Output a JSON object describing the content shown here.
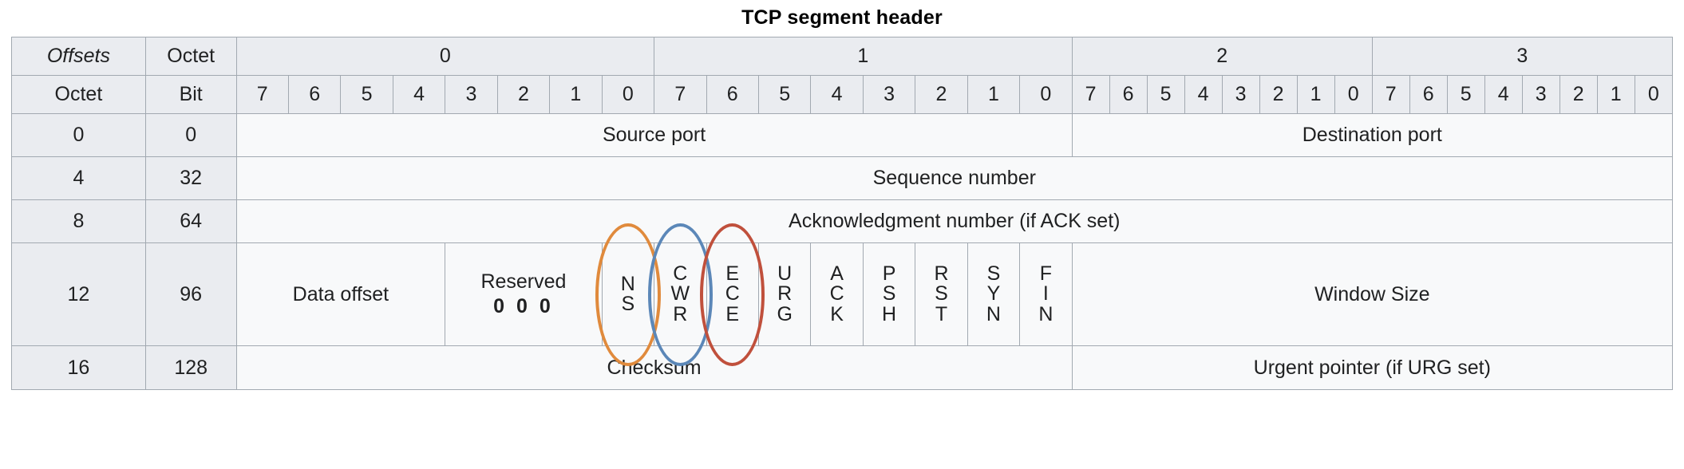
{
  "caption": "TCP segment header",
  "colors": {
    "cell_bg": "#f8f9fa",
    "header_bg": "#eaecf0",
    "border": "#a2a9b1",
    "link_blue": "#0645ad",
    "ellipse_ns": "#e08a3c",
    "ellipse_cwr": "#5b87b8",
    "ellipse_ece": "#c0503c"
  },
  "header": {
    "offsets_label": "Offsets",
    "octet_label_top": "Octet",
    "octet_label_left": "Octet",
    "bit_label": "Bit",
    "octet_numbers": [
      "0",
      "1",
      "2",
      "3"
    ],
    "bits": [
      "7",
      "6",
      "5",
      "4",
      "3",
      "2",
      "1",
      "0",
      "7",
      "6",
      "5",
      "4",
      "3",
      "2",
      "1",
      "0",
      "7",
      "6",
      "5",
      "4",
      "3",
      "2",
      "1",
      "0",
      "7",
      "6",
      "5",
      "4",
      "3",
      "2",
      "1",
      "0"
    ]
  },
  "rows": [
    {
      "octet_offset": "0",
      "bit_offset": "0",
      "fields": [
        {
          "label": "Source port",
          "bits": 16
        },
        {
          "label": "Destination port",
          "bits": 16
        }
      ]
    },
    {
      "octet_offset": "4",
      "bit_offset": "32",
      "fields": [
        {
          "label": "Sequence number",
          "bits": 32
        }
      ]
    },
    {
      "octet_offset": "8",
      "bit_offset": "64",
      "fields": [
        {
          "label": "Acknowledgment number (if ACK set)",
          "bits": 32
        }
      ]
    },
    {
      "octet_offset": "12",
      "bit_offset": "96",
      "fields": [
        {
          "label": "Data offset",
          "bits": 4
        },
        {
          "label": "Reserved",
          "reserved_bits": "0 0 0",
          "bits": 3
        },
        {
          "label": "NS",
          "vertical": true,
          "bits": 1
        },
        {
          "label": "CWR",
          "vertical": true,
          "bits": 1
        },
        {
          "label": "ECE",
          "vertical": true,
          "bits": 1
        },
        {
          "label": "URG",
          "vertical": true,
          "bits": 1
        },
        {
          "label": "ACK",
          "vertical": true,
          "bits": 1
        },
        {
          "label": "PSH",
          "vertical": true,
          "bits": 1
        },
        {
          "label": "RST",
          "vertical": true,
          "bits": 1
        },
        {
          "label": "SYN",
          "vertical": true,
          "bits": 1
        },
        {
          "label": "FIN",
          "vertical": true,
          "bits": 1
        },
        {
          "label": "Window Size",
          "bits": 16
        }
      ]
    },
    {
      "octet_offset": "16",
      "bit_offset": "128",
      "fields": [
        {
          "label": "Checksum",
          "bits": 16
        },
        {
          "label": "Urgent pointer (if URG set)",
          "bits": 16
        }
      ]
    }
  ],
  "annotations": {
    "ellipses": [
      {
        "name": "ns-flag-highlight",
        "target": "NS",
        "color": "#e08a3c"
      },
      {
        "name": "cwr-flag-highlight",
        "target": "CWR",
        "color": "#5b87b8"
      },
      {
        "name": "ece-flag-highlight",
        "target": "ECE",
        "color": "#c0503c"
      }
    ]
  }
}
